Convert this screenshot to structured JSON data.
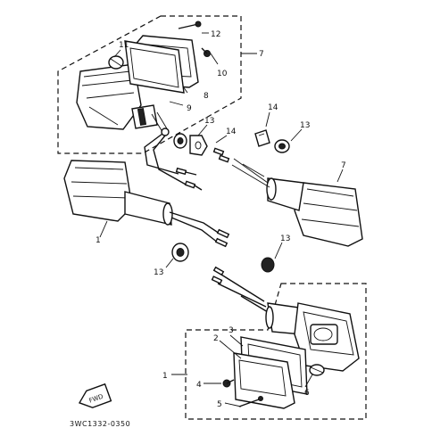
{
  "diagram": {
    "part_code": "3WC1332-0350",
    "fwd_label": "FWD",
    "callouts": [
      "1",
      "1",
      "2",
      "3",
      "4",
      "5",
      "6",
      "7",
      "7",
      "8",
      "9",
      "10",
      "11",
      "12",
      "13",
      "13",
      "13",
      "13",
      "14",
      "14"
    ]
  }
}
